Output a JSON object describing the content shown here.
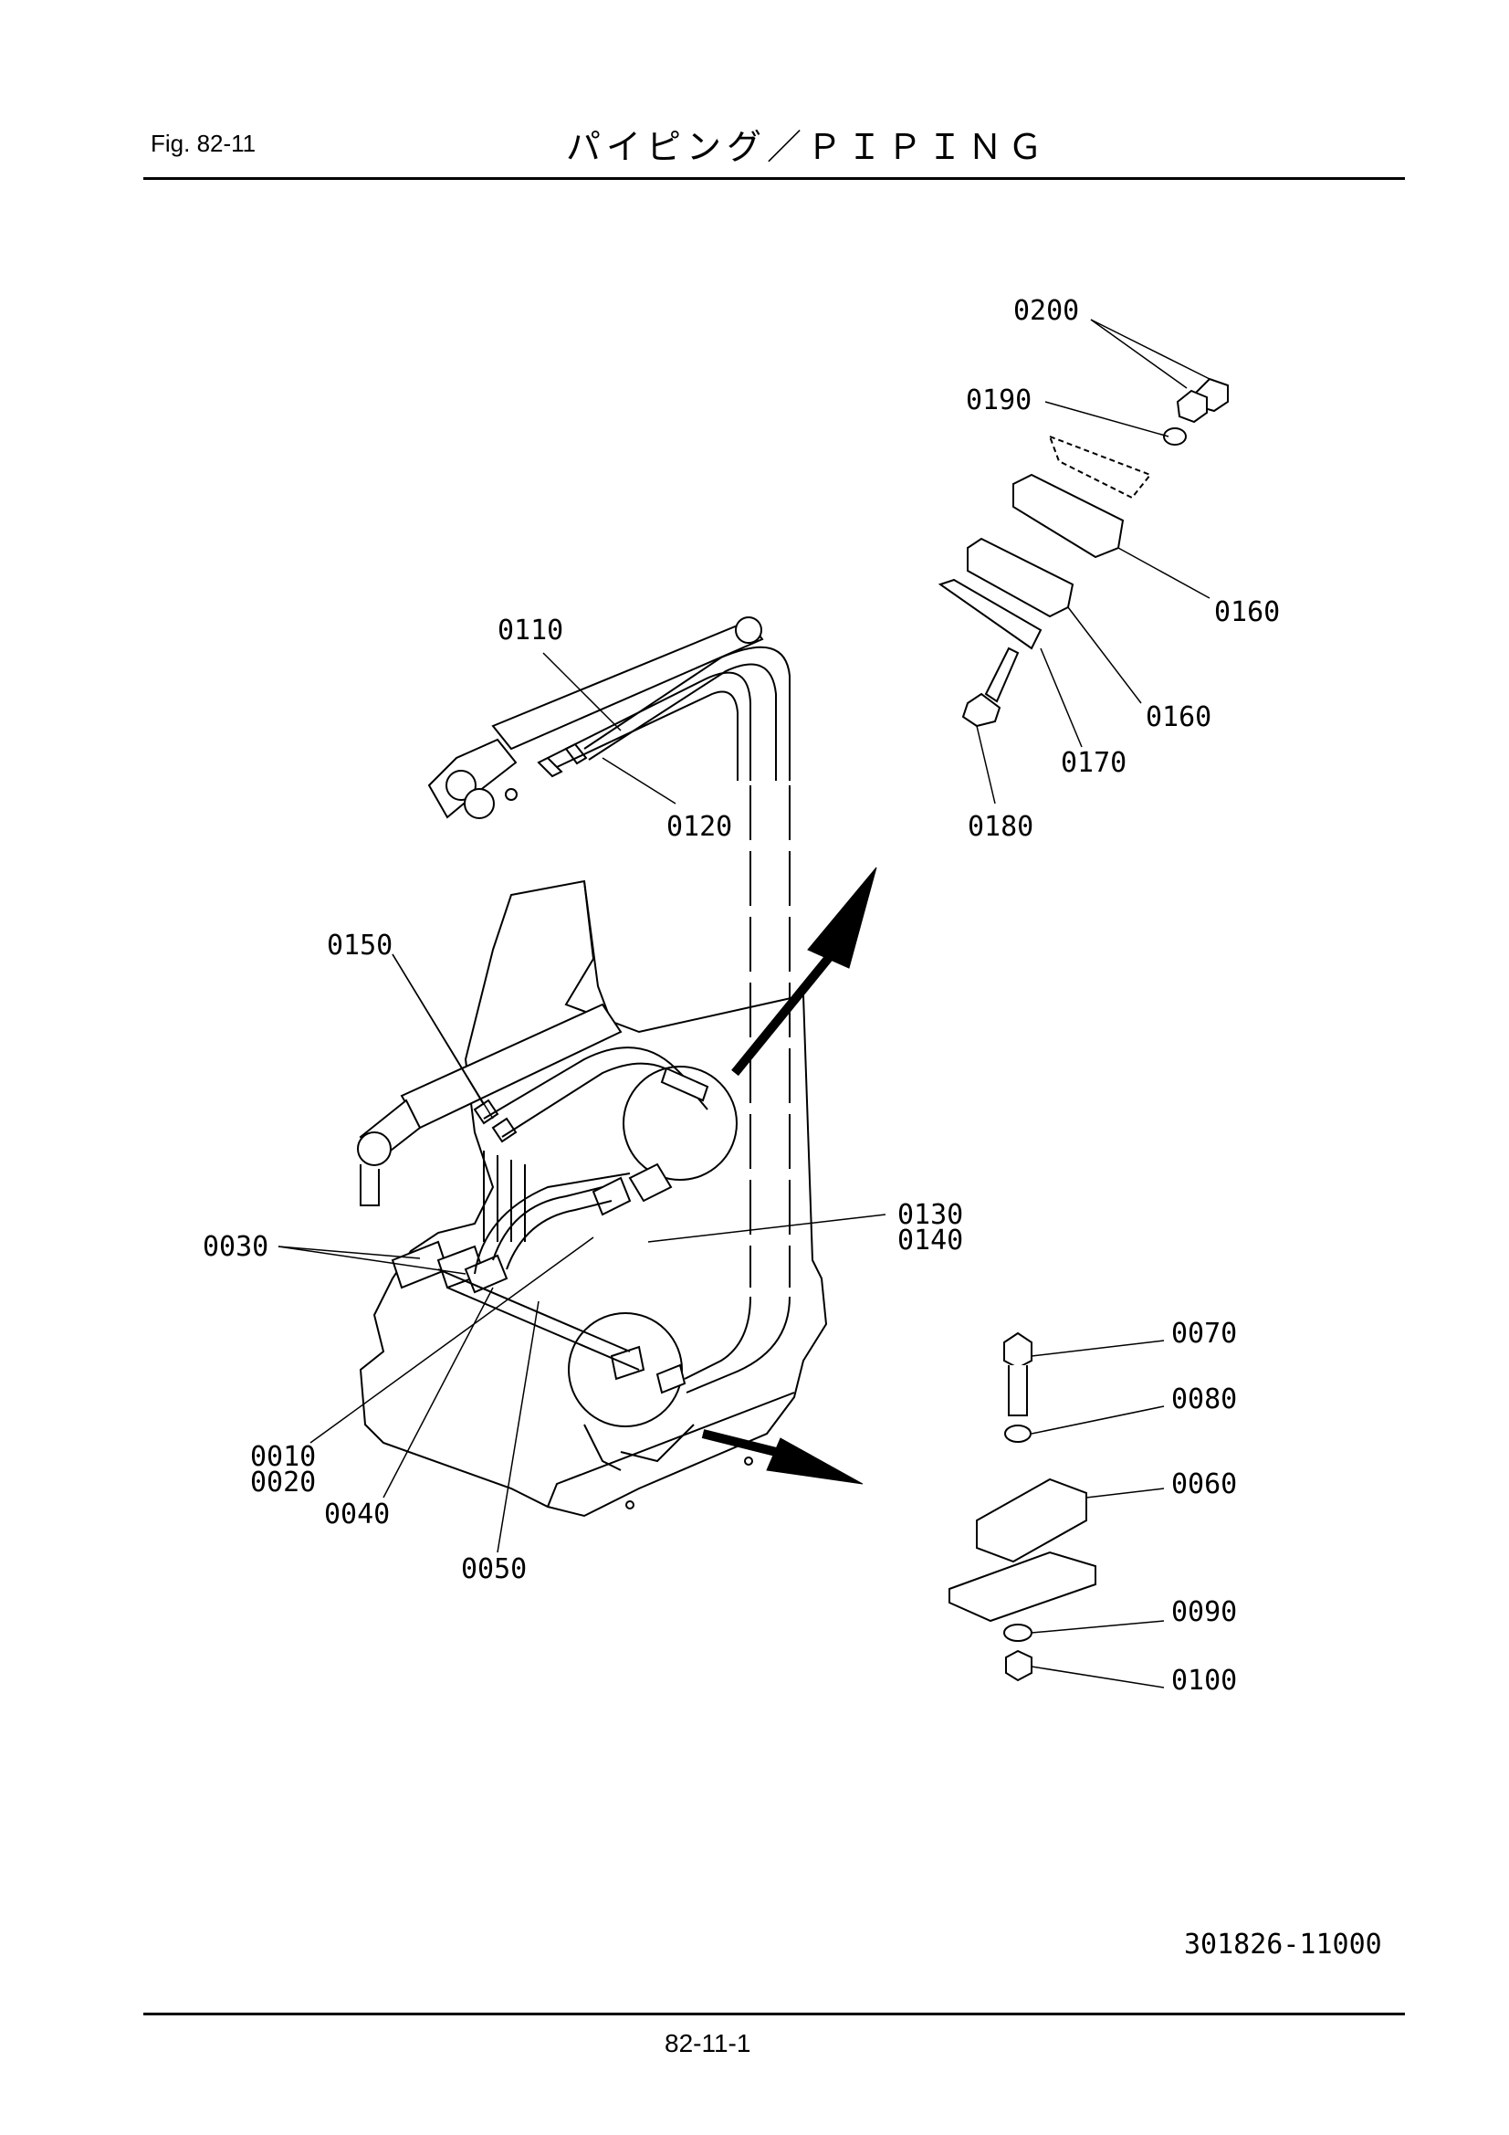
{
  "header": {
    "figure": "Fig.  82-11",
    "title": "パイピング／ＰＩＰＩＮＧ"
  },
  "callouts": {
    "c0200": "0200",
    "c0190": "0190",
    "c0160a": "0160",
    "c0160b": "0160",
    "c0170": "0170",
    "c0180": "0180",
    "c0110": "0110",
    "c0120": "0120",
    "c0150": "0150",
    "c0130": "0130",
    "c0140": "0140",
    "c0030": "0030",
    "c0010": "0010",
    "c0020": "0020",
    "c0040": "0040",
    "c0050": "0050",
    "c0070": "0070",
    "c0080": "0080",
    "c0060": "0060",
    "c0090": "0090",
    "c0100": "0100"
  },
  "footer": {
    "doc_number": "301826-11000",
    "page_number": "82-11-1"
  }
}
